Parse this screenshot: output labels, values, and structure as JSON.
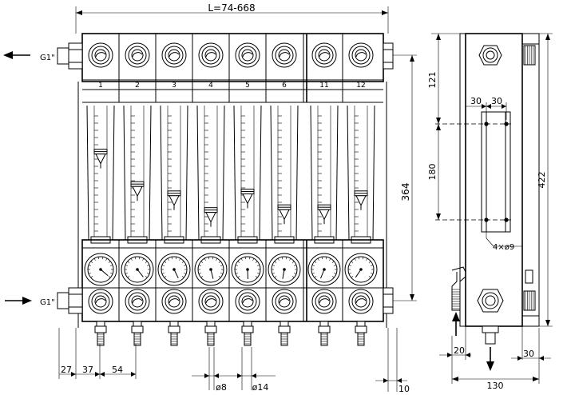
{
  "front_view": {
    "total_length_label": "L=74-668",
    "inlet_thread_top": "G1\"",
    "inlet_thread_bottom": "G1\"",
    "channel_numbers": [
      "1",
      "2",
      "3",
      "4",
      "5",
      "6",
      "11",
      "12"
    ],
    "height_label": "364",
    "bottom_dims": {
      "d27": "27",
      "d37": "37",
      "d54": "54",
      "phi8": "ø8",
      "phi14": "ø14",
      "d10": "10"
    },
    "flow_arrows": [
      "outlet-left",
      "inlet-left"
    ]
  },
  "side_view": {
    "dim_121": "121",
    "dim_180": "180",
    "dim_422": "422",
    "dim_30a": "30",
    "dim_30b": "30",
    "holes_label": "4×ø9",
    "dim_20": "20",
    "dim_30c": "30",
    "dim_130": "130"
  },
  "layout": {
    "float_levels": [
      0.35,
      0.7,
      0.8,
      0.98,
      0.78,
      0.95,
      0.95,
      0.8
    ]
  }
}
